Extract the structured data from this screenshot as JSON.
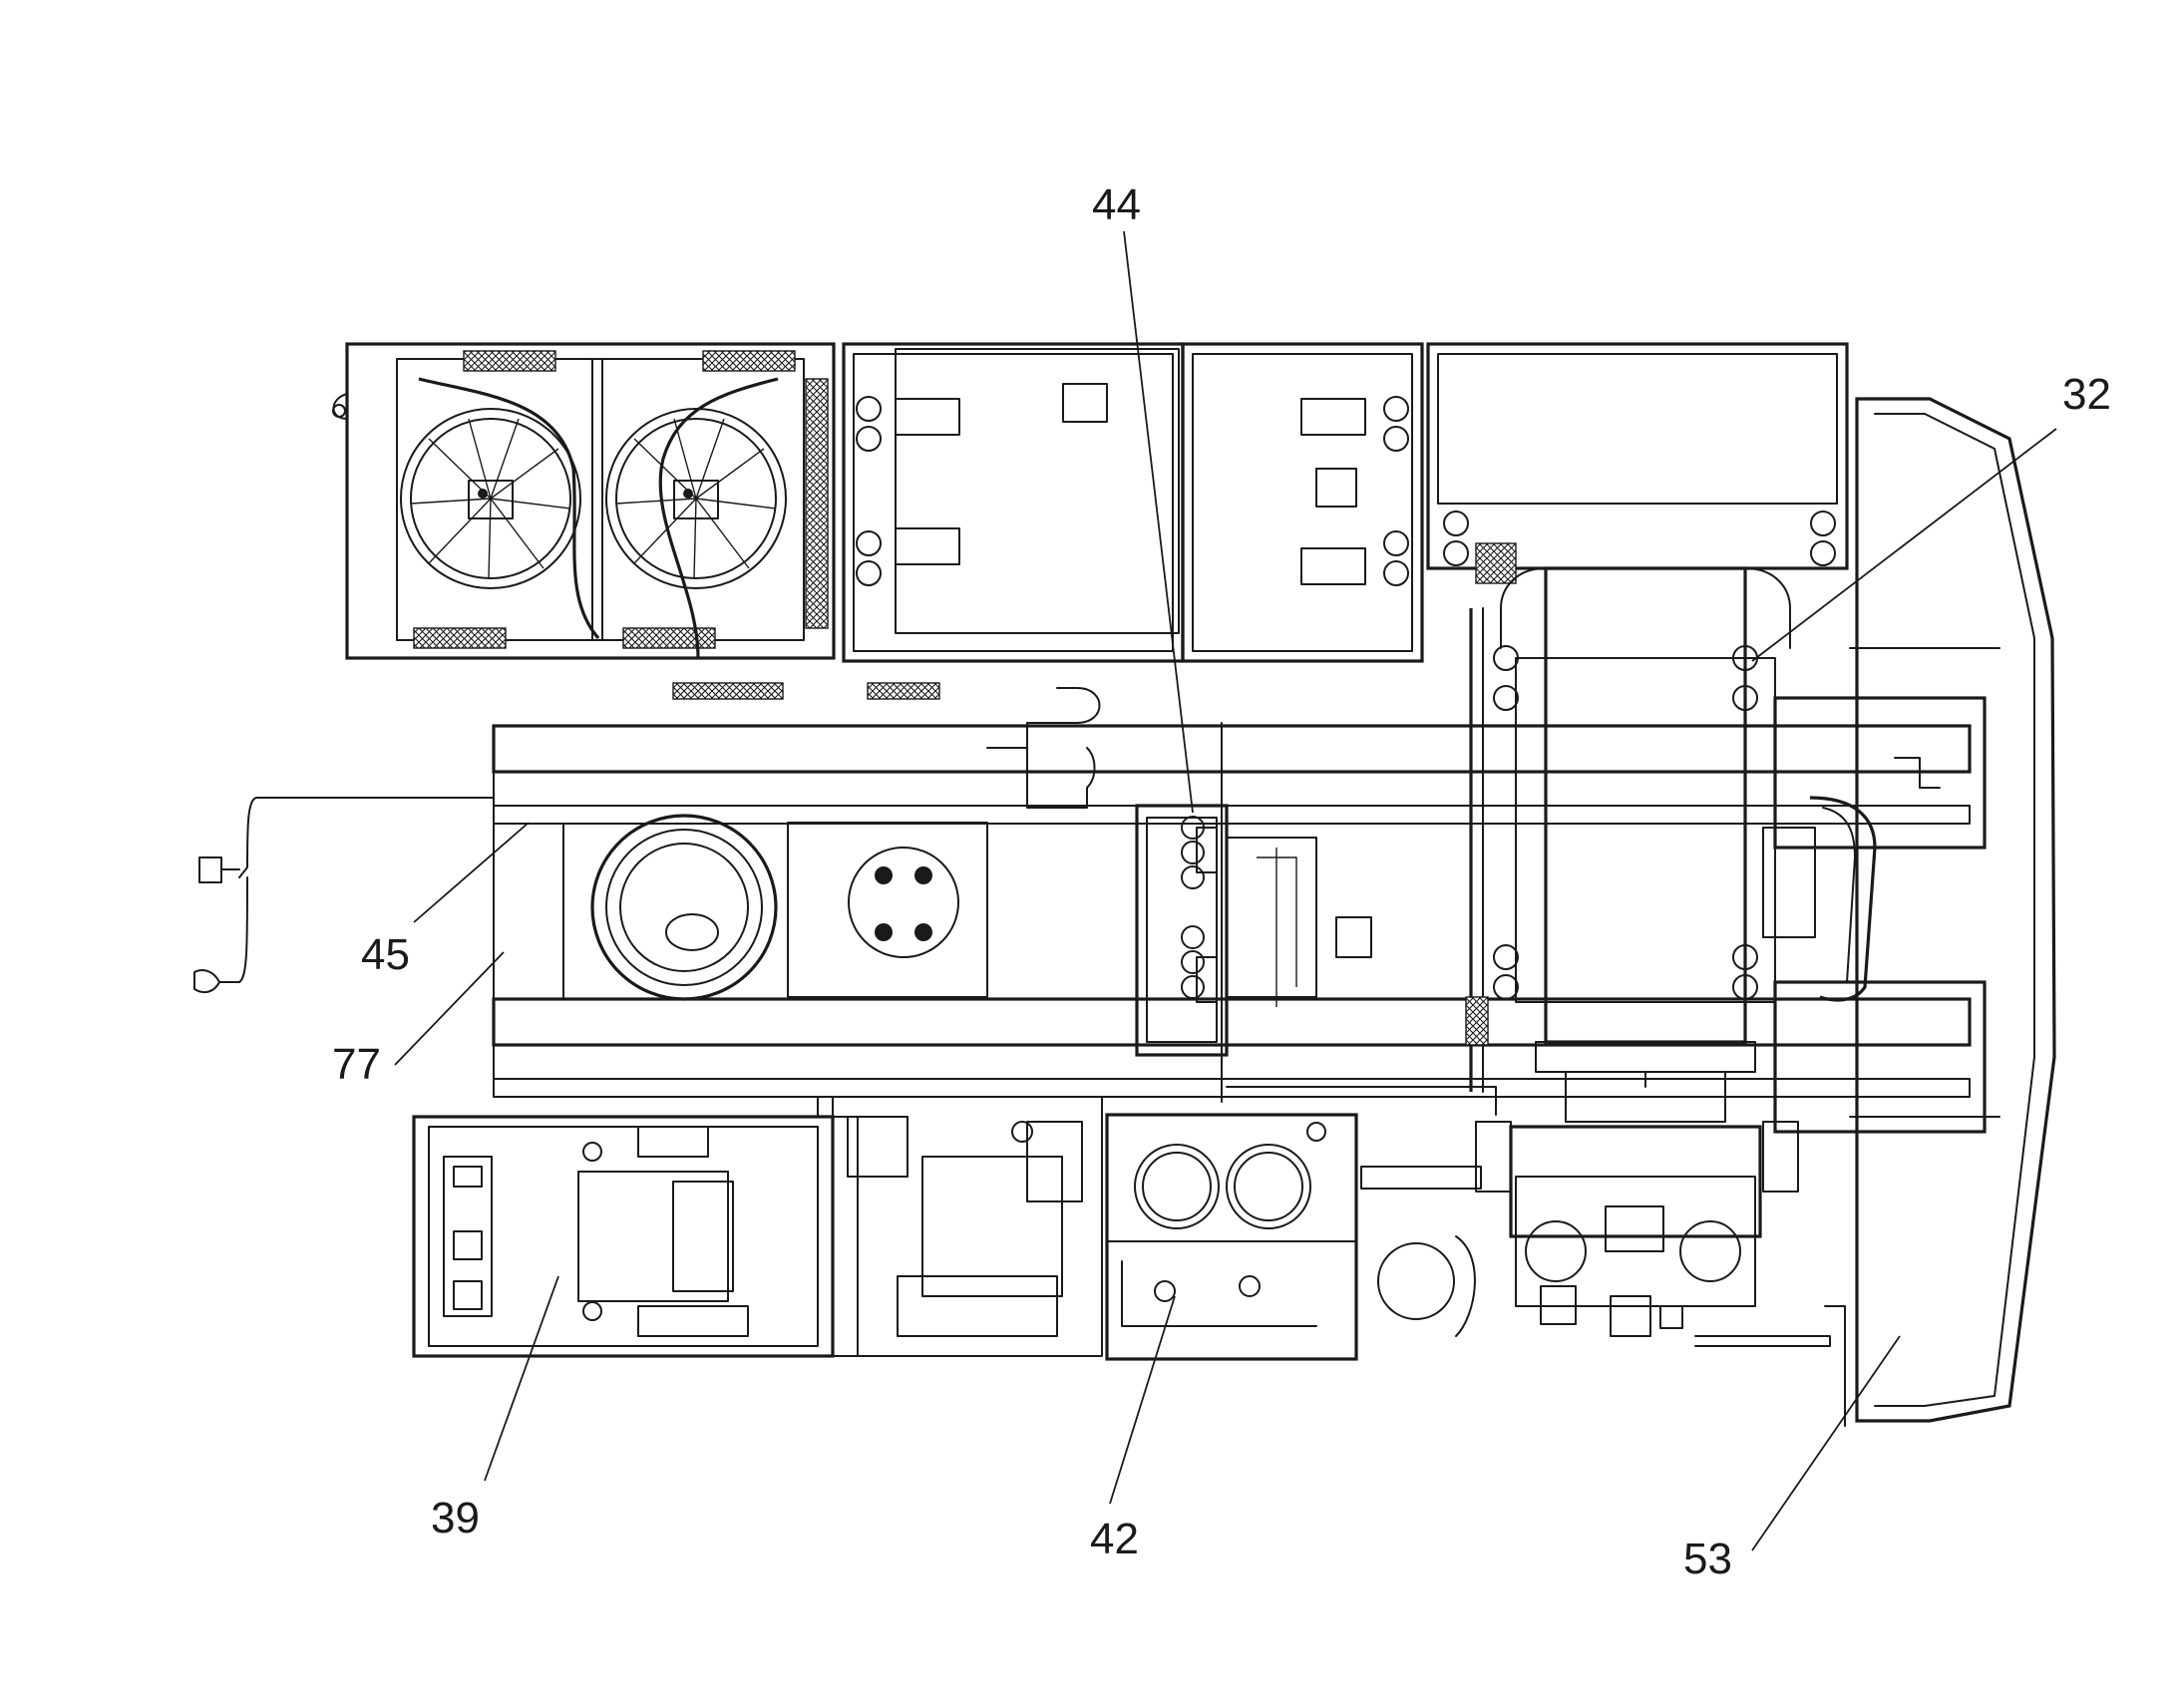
{
  "callouts": [
    {
      "id": "44",
      "label": "44"
    },
    {
      "id": "32",
      "label": "32"
    },
    {
      "id": "45",
      "label": "45"
    },
    {
      "id": "77",
      "label": "77"
    },
    {
      "id": "39",
      "label": "39"
    },
    {
      "id": "42",
      "label": "42"
    },
    {
      "id": "53",
      "label": "53"
    }
  ],
  "line_color": "#1a1a1a",
  "background": "#ffffff"
}
